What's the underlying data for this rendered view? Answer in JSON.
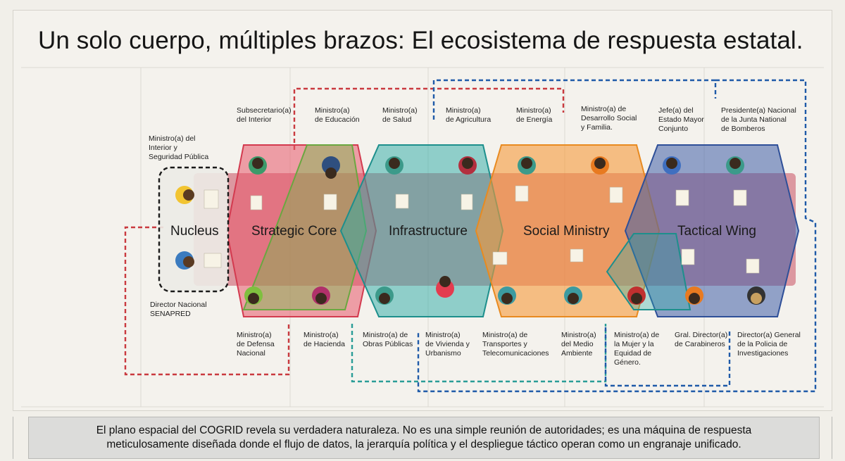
{
  "title": "Un solo cuerpo, múltiples brazos: El ecosistema de respuesta estatal.",
  "zones": [
    {
      "name": "Nucleus",
      "color": "#e6e4de"
    },
    {
      "name": "Strategic Core",
      "color": "#e8586a"
    },
    {
      "name": "Infrastructure",
      "color": "#29a9a6"
    },
    {
      "name": "Social Ministry",
      "color": "#f59a3b"
    },
    {
      "name": "Tactical Wing",
      "color": "#3f5fa8"
    }
  ],
  "table_color": "#c94f60",
  "link_colors": {
    "red": "#c93a3f",
    "teal": "#2a9d97",
    "blue": "#1f5aa8"
  },
  "top_labels": [
    "Ministro(a) del\nInterior y\nSeguridad Pública",
    "Subsecretario(a)\ndel Interior",
    "Ministro(a)\nde Educación",
    "Ministro(a)\nde Salud",
    "Ministro(a)\nde Agricultura",
    "Ministro(a)\nde Energía",
    "Ministro(a) de\nDesarrollo Social\ny Familia.",
    "Jefe(a) del\nEstado Mayor\nConjunto",
    "Presidente(a) Nacional\nde la Junta National\nde Bomberos"
  ],
  "bottom_labels": [
    "Director Nacional\nSENAPRED",
    "Ministro(a)\nde Defensa\nNacional",
    "Ministro(a)\nde Hacienda",
    "Ministro(a) de\nObras Públicas",
    "Ministro(a)\nde Vivienda y\nUrbanismo",
    "Ministro(a) de\nTransportes y\nTelecomunicaciones",
    "Ministro(a)\ndel Medio\nAmbiente",
    "Ministro(a) de\nla Mujer y la\nEquidad de\nGénero.",
    "Gral. Director(a)\nde Carabineros",
    "Director(a) General\nde la Policia de\nInvestigaciones"
  ],
  "footer": "El plano espacial del COGRID revela su verdadera naturaleza. No es una simple reunión de autoridades; es una máquina de respuesta meticulosamente diseñada donde el flujo de datos, la jerarquía política y el despliegue táctico operan como un engranaje unificado."
}
